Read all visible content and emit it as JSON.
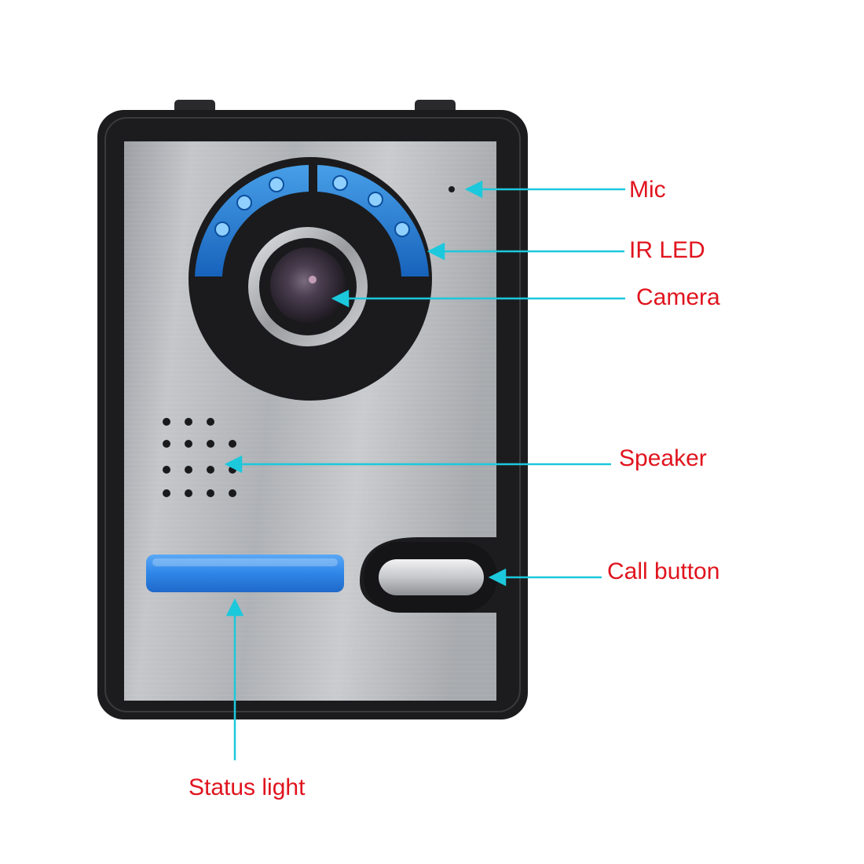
{
  "colors": {
    "label_text": "#e0141e",
    "callout_line": "#1cc8dc",
    "housing": "#1c1c1e",
    "faceplate": "#b4b6ba",
    "ir_led": "#2a8ce6",
    "status_light": "#2f86e8"
  },
  "labels": {
    "mic": "Mic",
    "ir_led": "IR LED",
    "camera": "Camera",
    "speaker": "Speaker",
    "call_button": "Call button",
    "status_light": "Status light"
  }
}
